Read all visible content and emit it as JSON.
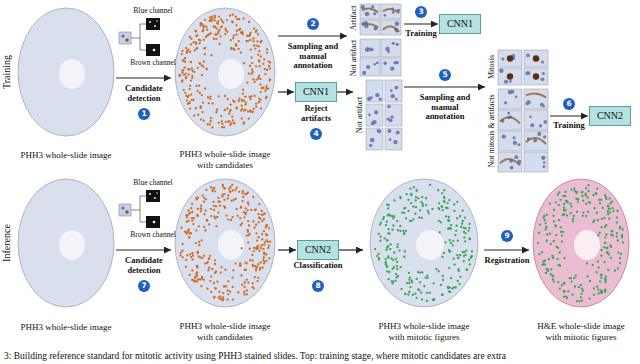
{
  "diagram": {
    "caption": "3: Building reference standard for mitotic activity using PHH3 stained slides. Top: training stage, where mitotic candidates are extra",
    "nodes": [
      {
        "text": [
          "PHH3 whole-slide image"
        ]
      },
      {
        "text": [
          "PHH3 whole-slide image with candidates"
        ]
      },
      {
        "text": [
          "Artifact",
          "Not artifact"
        ]
      },
      {
        "text": [
          "CNN1"
        ]
      },
      {
        "text": [
          "CNN1"
        ]
      },
      {
        "text": [
          "Not artifact"
        ]
      },
      {
        "text": [
          "Mitosis",
          "Not mitosis & artifacts"
        ]
      },
      {
        "text": [
          "CNN2"
        ]
      },
      {
        "text": [
          "PHH3 whole-slide image"
        ]
      },
      {
        "text": [
          "PHH3 whole-slide image with candidates"
        ]
      },
      {
        "text": [
          "CNN2"
        ]
      },
      {
        "text": [
          "PHH3 whole-slide image with mitotic figures"
        ]
      },
      {
        "text": [
          "H&E whole-slide image with mitotic figures"
        ]
      }
    ],
    "edges": [
      {
        "from": 0,
        "to": 1,
        "label": "Candidate detection",
        "arrow": "to"
      },
      {
        "from": 1,
        "to": 2,
        "label": "Sampling and manual annotation",
        "arrow": "to"
      },
      {
        "from": 2,
        "to": 3,
        "label": "Training",
        "arrow": "to"
      },
      {
        "from": 1,
        "to": 4,
        "arrow": "to"
      },
      {
        "from": 4,
        "to": 5,
        "label": "Reject artifacts",
        "arrow": "to"
      },
      {
        "from": 5,
        "to": 6,
        "label": "Sampling and manual annotation",
        "arrow": "to"
      },
      {
        "from": 6,
        "to": 7,
        "label": "Training",
        "arrow": "to"
      },
      {
        "from": 8,
        "to": 9,
        "label": "Candidate detection",
        "arrow": "to"
      },
      {
        "from": 9,
        "to": 10,
        "arrow": "to"
      },
      {
        "from": 10,
        "to": 11,
        "label": "Classification",
        "arrow": "to"
      },
      {
        "from": 11,
        "to": 12,
        "label": "Registration",
        "arrow": "to"
      }
    ],
    "labels": [
      "Training",
      "Inference",
      "Blue channel",
      "Brown channel",
      "1",
      "2",
      "3",
      "4",
      "5",
      "6",
      "Blue channel",
      "Brown channel",
      "7",
      "8",
      "9"
    ]
  }
}
